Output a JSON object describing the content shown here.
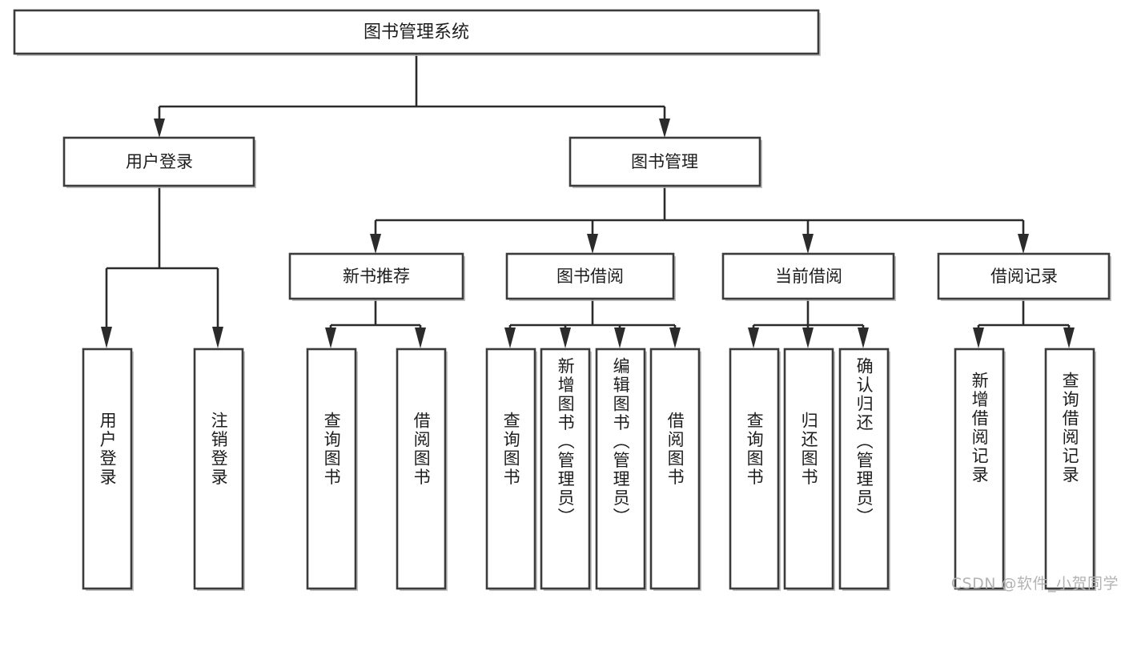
{
  "diagram": {
    "type": "tree-hierarchy",
    "title": "图书管理系统",
    "orientation": "top-down",
    "colors": {
      "background": "#ffffff",
      "box_fill": "#ffffff",
      "box_stroke": "#3b3b3b",
      "connector": "#2b2b2b",
      "text": "#1d1d1d",
      "watermark": "#b3b3b3"
    },
    "root": {
      "label": "图书管理系统"
    },
    "level2": [
      {
        "label": "用户登录"
      },
      {
        "label": "图书管理"
      }
    ],
    "level3": [
      {
        "label": "新书推荐"
      },
      {
        "label": "图书借阅"
      },
      {
        "label": "当前借阅"
      },
      {
        "label": "借阅记录"
      }
    ],
    "leaves": {
      "user_login": [
        {
          "label": "用户登录"
        },
        {
          "label": "注销登录"
        }
      ],
      "new_book_rec": [
        {
          "label": "查询图书"
        },
        {
          "label": "借阅图书"
        }
      ],
      "book_borrow": [
        {
          "label": "查询图书"
        },
        {
          "label": "新增图书（管理员）"
        },
        {
          "label": "编辑图书（管理员）"
        },
        {
          "label": "借阅图书"
        }
      ],
      "current_borrow": [
        {
          "label": "查询图书"
        },
        {
          "label": "归还图书"
        },
        {
          "label": "确认归还（管理员）"
        }
      ],
      "borrow_record": [
        {
          "label": "新增借阅记录"
        },
        {
          "label": "查询借阅记录"
        }
      ]
    },
    "watermark": "CSDN @软件_小贺同学"
  }
}
